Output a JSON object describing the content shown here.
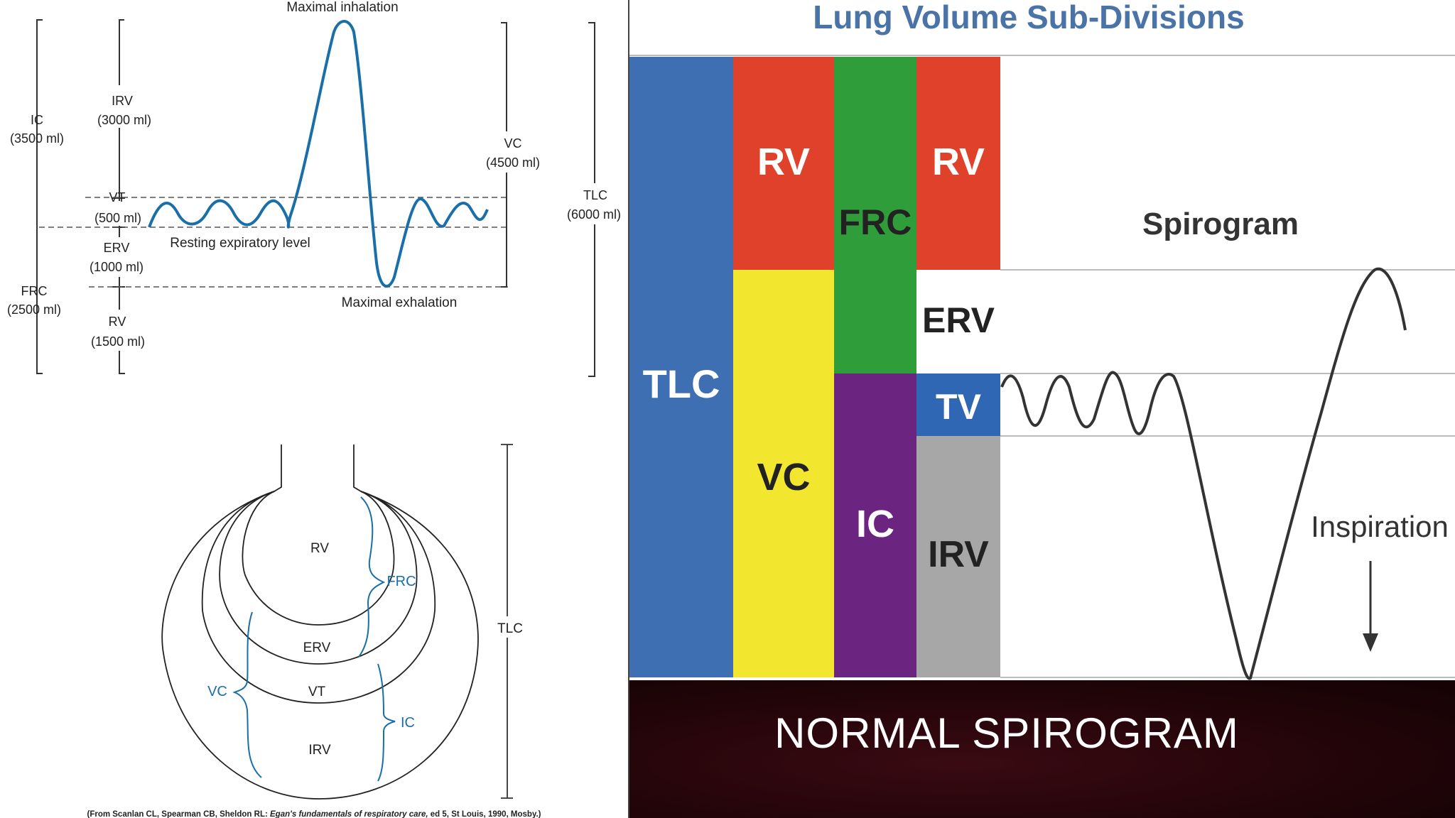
{
  "spirogram": {
    "top_label": "Maximal inhalation",
    "bottom_label": "Maximal exhalation",
    "resting_label": "Resting expiratory level",
    "left_labels": {
      "ic": "IC",
      "ic_val": "(3500 ml)",
      "frc": "FRC",
      "frc_val": "(2500 ml)"
    },
    "mid_labels": {
      "irv": "IRV",
      "irv_val": "(3000 ml)",
      "vt": "VT",
      "vt_val": "(500 ml)",
      "erv": "ERV",
      "erv_val": "(1000 ml)",
      "rv": "RV",
      "rv_val": "(1500 ml)"
    },
    "right_labels": {
      "vc": "VC",
      "vc_val": "(4500 ml)",
      "tlc": "TLC",
      "tlc_val": "(6000 ml)"
    }
  },
  "lung_diagram": {
    "rv": "RV",
    "erv": "ERV",
    "vt": "VT",
    "irv": "IRV",
    "frc": "FRC",
    "vc": "VC",
    "ic": "IC",
    "tlc": "TLC",
    "citation_pre": "(From Scanlan CL, Spearman CB, Sheldon RL: ",
    "citation_title": "Egan's fundamentals of respiratory care,",
    "citation_post": " ed 5, St Louis, 1990, Mosby.)"
  },
  "subdivisions": {
    "title": "Lung Volume Sub-Divisions",
    "tlc": "TLC",
    "rv1": "RV",
    "vc": "VC",
    "frc": "FRC",
    "ic": "IC",
    "rv2": "RV",
    "erv": "ERV",
    "tv": "TV",
    "irv": "IRV",
    "spirogram_label": "Spirogram",
    "inspiration_label": "Inspiration",
    "colors": {
      "tlc": "#3f6fb3",
      "rv": "#e0412b",
      "vc": "#f3e62f",
      "frc": "#2f9e3a",
      "ic": "#6b2480",
      "tv": "#2f67b4",
      "irv": "#a7a7a7"
    }
  },
  "footer": {
    "title": "NORMAL SPIROGRAM"
  }
}
